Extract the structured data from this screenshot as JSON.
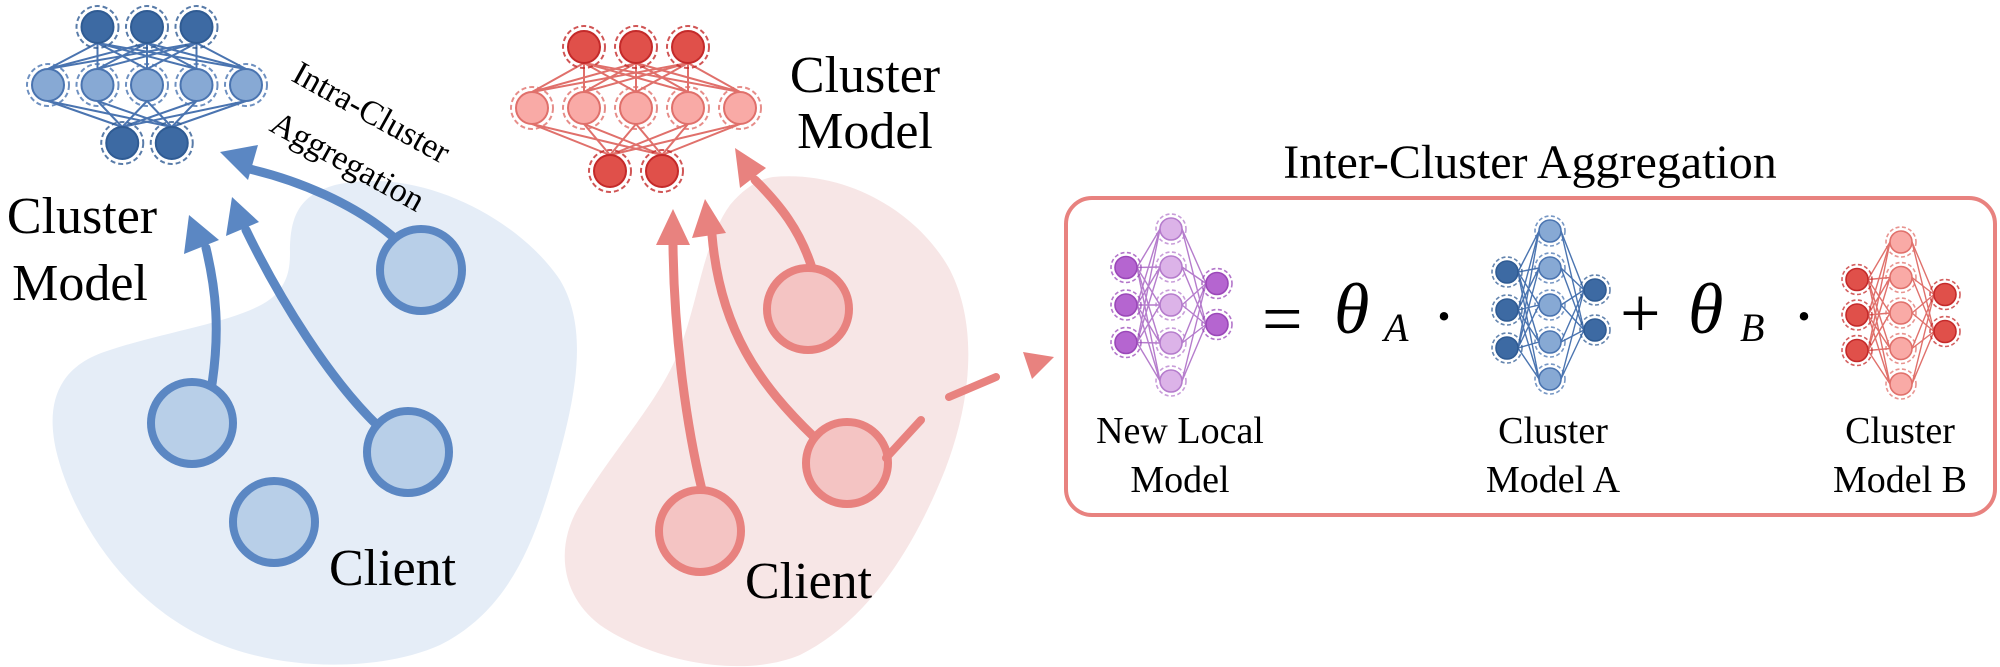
{
  "colors": {
    "blue_blob": "#e5edf7",
    "blue_stroke": "#5b87c3",
    "blue_fill": "#b8cfe8",
    "blue_dark": "#3d6aa3",
    "blue_dark_stroke": "#2f5b93",
    "blue_light": "#87a9d4",
    "blue_light_stroke": "#4a74b0",
    "red_blob": "#f7e6e6",
    "red_stroke": "#e8827f",
    "red_fill": "#f4c4c3",
    "red_dark": "#e0504a",
    "red_dark_stroke": "#c42a2a",
    "red_light": "#f9aaa6",
    "red_light_stroke": "#e0706b",
    "purple_dark": "#b565d0",
    "purple_dark_stroke": "#9a48b8",
    "purple_light": "#dcb3e8",
    "purple_light_stroke": "#b57ccc",
    "box_stroke": "#e8827f"
  },
  "left_cluster": {
    "model_label_line1": "Cluster",
    "model_label_line2": "Model",
    "aggregation_label_line1": "Intra-Cluster",
    "aggregation_label_line2": "Aggregation",
    "client_label": "Client",
    "network_layers": [
      3,
      5,
      2
    ],
    "client_count": 4
  },
  "right_cluster": {
    "model_label_line1": "Cluster",
    "model_label_line2": "Model",
    "client_label": "Client",
    "network_layers": [
      3,
      5,
      2
    ],
    "client_count": 3
  },
  "inter_cluster": {
    "title": "Inter-Cluster Aggregation",
    "equation": {
      "equals": "=",
      "theta": "θ",
      "sub_a": "A",
      "dot": "·",
      "plus": "+",
      "sub_b": "B"
    },
    "new_local_model": {
      "label_line1": "New Local",
      "label_line2": "Model",
      "layers": [
        3,
        5,
        2
      ]
    },
    "cluster_model_a": {
      "label_line1": "Cluster",
      "label_line2": "Model A",
      "layers": [
        3,
        5,
        2
      ]
    },
    "cluster_model_b": {
      "label_line1": "Cluster",
      "label_line2": "Model B",
      "layers": [
        3,
        5,
        2
      ]
    }
  }
}
